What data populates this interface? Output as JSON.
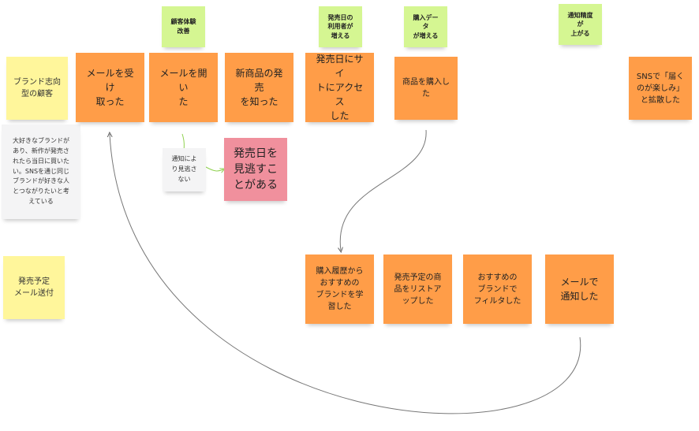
{
  "hypotheses": [
    "顧客体験\n改善",
    "発売日の\n利用者が\n増える",
    "購入データ\nが増える",
    "通知精度が\n上がる"
  ],
  "persona": {
    "label": "ブランド志向\n型の顧客",
    "description": "大好きなブランドが\nあり、新作が発売さ\nれたら当日に買いた\nい。SNSを通じ同じ\nブランドが好きな人\nとつながりたいと考\nえている"
  },
  "journey": [
    "メールを受け\n取った",
    "メールを開い\nた",
    "新商品の発売\nを知った",
    "発売日にサイ\nトにアクセス\nした",
    "商品を購入し\nた",
    "SNSで「届く\nのが楽しみ」\nと拡散した"
  ],
  "pain": {
    "cause": "通知によ\nり見逃さ\nない",
    "issue": "発売日を\n見逃すこ\nとがある"
  },
  "solution": {
    "label": "発売予定\nメール送付",
    "steps": [
      "購入履歴から\nおすすめの\nブランドを学\n習した",
      "発売予定の商\n品をリストア\nップした",
      "おすすめの\nブランドで\nフィルタした",
      "メールで\n通知した"
    ]
  },
  "colors": {
    "orange": "#ff9d48",
    "yellow": "#fff69b",
    "green": "#d5f692",
    "gray": "#f4f4f5",
    "pink": "#f0909d",
    "connector": "#777777",
    "connector_green": "#8fd14f"
  }
}
